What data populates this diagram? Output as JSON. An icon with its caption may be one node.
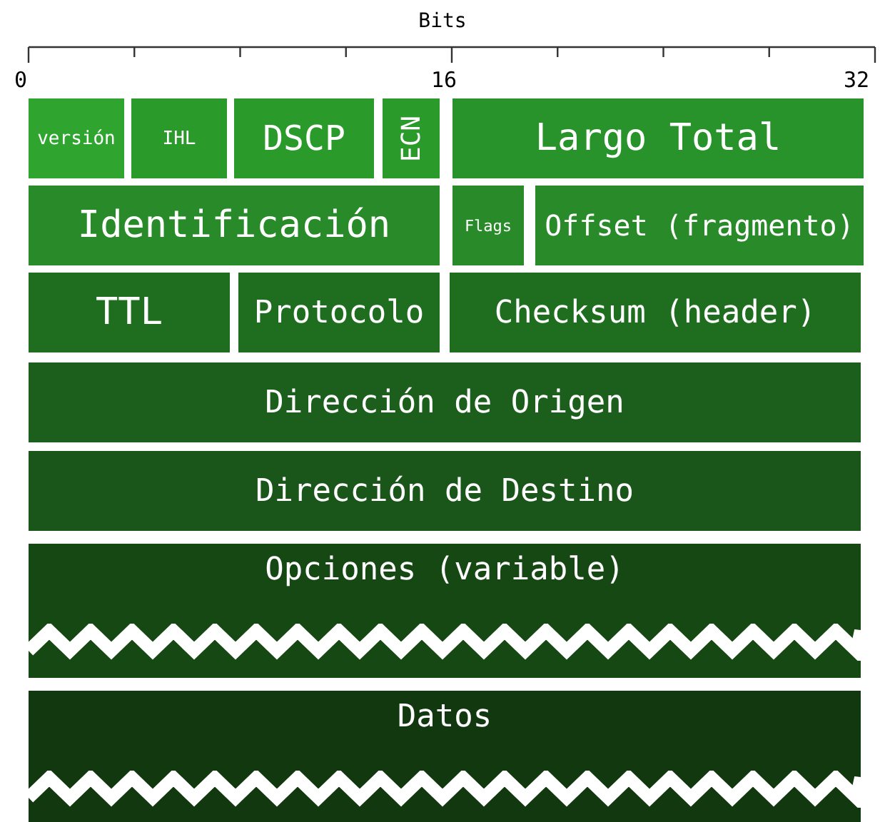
{
  "diagram": {
    "title": "Bits",
    "nodes": [
      {
        "text": [
          "versión"
        ]
      },
      {
        "text": [
          "IHL"
        ]
      },
      {
        "text": [
          "DSCP"
        ]
      },
      {
        "text": [
          "ECN"
        ]
      },
      {
        "text": [
          "Largo Total"
        ]
      },
      {
        "text": [
          "Identificación"
        ]
      },
      {
        "text": [
          "Flags"
        ]
      },
      {
        "text": [
          "Offset (fragmento)"
        ]
      },
      {
        "text": [
          "TTL"
        ]
      },
      {
        "text": [
          "Protocolo"
        ]
      },
      {
        "text": [
          "Checksum (header)"
        ]
      },
      {
        "text": [
          "Dirección de Origen"
        ]
      },
      {
        "text": [
          "Dirección de Destino"
        ]
      },
      {
        "text": [
          "Opciones (variable)"
        ]
      },
      {
        "text": [
          "Datos"
        ]
      }
    ],
    "labels": [
      "0",
      "16",
      "32"
    ]
  }
}
